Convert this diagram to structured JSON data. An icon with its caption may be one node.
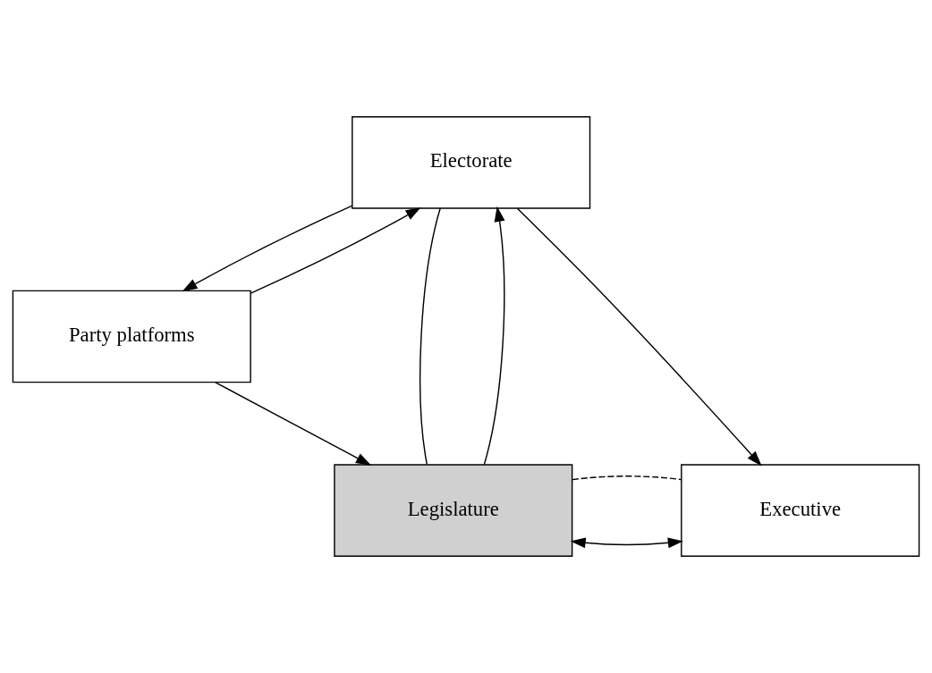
{
  "diagram": {
    "nodes": [
      {
        "text": [
          "Electorate"
        ]
      },
      {
        "text": [
          "Party platforms"
        ]
      },
      {
        "text": [
          "Legislature"
        ]
      },
      {
        "text": [
          "Executive"
        ]
      }
    ],
    "edges": [
      {
        "from": 0,
        "to": 1,
        "arrow": "to"
      },
      {
        "from": 1,
        "to": 0,
        "arrow": "to"
      },
      {
        "from": 1,
        "to": 2,
        "arrow": "to"
      },
      {
        "from": 0,
        "to": 3,
        "arrow": "to"
      },
      {
        "from": 2,
        "to": 3,
        "arrow": "both"
      },
      {
        "from": 2,
        "to": 3,
        "arrow": "none",
        "style": "dashed"
      },
      {
        "from": 2,
        "to": 0,
        "arrow": "to"
      },
      {
        "from": 0,
        "to": 2,
        "arrow": "none"
      }
    ]
  }
}
